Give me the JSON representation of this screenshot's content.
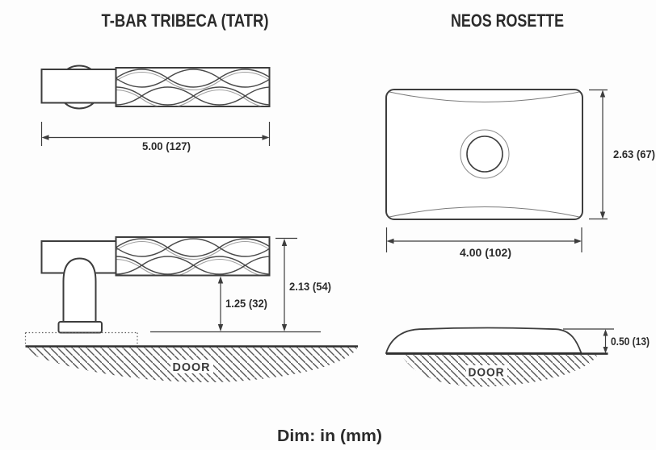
{
  "units_note": "Dim: in (mm)",
  "lever": {
    "title": "T-BAR TRIBECA (TATR)",
    "door_label": "DOOR",
    "dims": {
      "overall_length": "5.00 (127)",
      "grip_clearance": "1.25 (32)",
      "projection": "2.13 (54)"
    }
  },
  "rosette": {
    "title": "NEOS ROSETTE",
    "door_label": "DOOR",
    "dims": {
      "height": "2.63 (67)",
      "width": "4.00 (102)",
      "thickness": "0.50 (13)"
    }
  },
  "colors": {
    "line": "#3d3d3d",
    "text": "#2b2b2b",
    "background": "#fdfdfd",
    "hatch": "#555555"
  }
}
